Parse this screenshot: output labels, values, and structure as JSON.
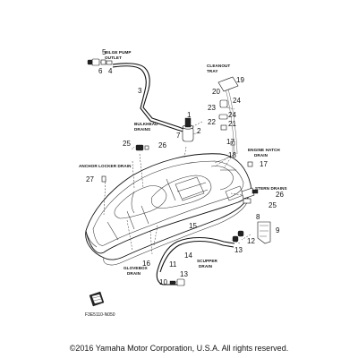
{
  "diagram_code": "F3E5110-N050",
  "copyright": "©2016 Yamaha Motor Corporation, U.S.A. All rights reserved.",
  "callouts": {
    "bilge_pump_outlet": [
      "BILGE PUMP",
      "OUTLET"
    ],
    "cleanout_tray": [
      "CLEANOUT",
      "TRAY"
    ],
    "bulkhead_drains": [
      "BULKHEAD",
      "DRAINS"
    ],
    "engine_hatch_drain": [
      "ENGINE HATCH",
      "DRAIN"
    ],
    "anchor_locker_drain": "ANCHOR LOCKER DRAIN",
    "stern_drains": "STERN DRAINS",
    "glovebox_drain": [
      "GLOVEBOX",
      "DRAIN"
    ],
    "scupper_drain": [
      "SCUPPER",
      "DRAIN"
    ]
  },
  "part_numbers": {
    "p1": "1",
    "p2": "2",
    "p3": "3",
    "p4": "4",
    "p5": "5",
    "p6": "6",
    "p7": "7",
    "p8": "8",
    "p9": "9",
    "p10": "10",
    "p11": "11",
    "p12": "12",
    "p13a": "13",
    "p13b": "13",
    "p14": "14",
    "p15": "15",
    "p16": "16",
    "p17a": "17",
    "p17b": "17",
    "p18": "18",
    "p19": "19",
    "p20": "20",
    "p21": "21",
    "p22": "22",
    "p23": "23",
    "p24a": "24",
    "p24b": "24",
    "p25a": "25",
    "p25b": "25",
    "p26a": "26",
    "p26b": "26",
    "p27": "27"
  }
}
